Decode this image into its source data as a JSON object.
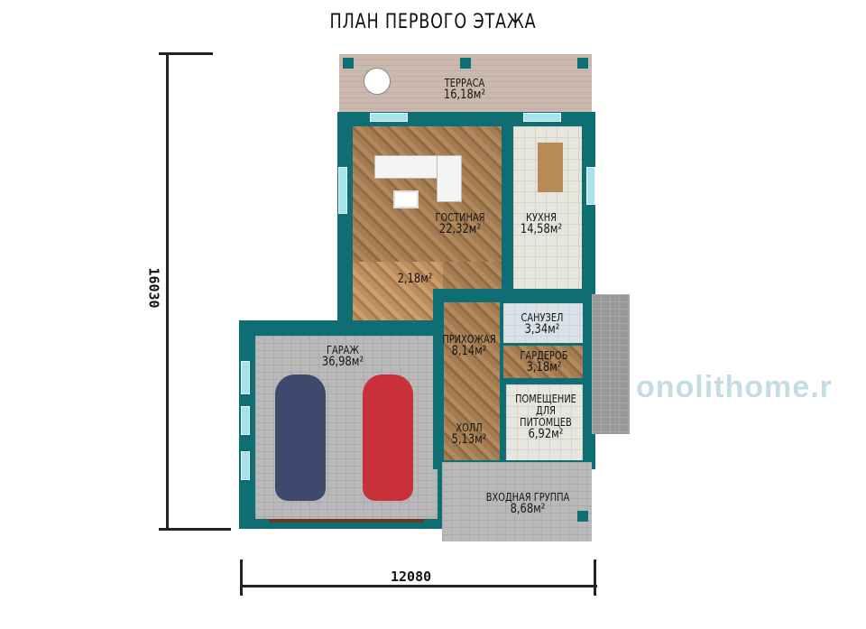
{
  "title": "ПЛАН ПЕРВОГО ЭТАЖА",
  "dimensions": {
    "vertical": "16030",
    "horizontal": "12080"
  },
  "rooms": [
    {
      "name": "ТЕРРАСА",
      "area": "16,18м²"
    },
    {
      "name": "ГОСТИНАЯ",
      "area": "22,32м²"
    },
    {
      "name": "КУХНЯ",
      "area": "14,58м²"
    },
    {
      "name": "",
      "area": "2,18м²"
    },
    {
      "name": "САНУЗЕЛ",
      "area": "3,34м²"
    },
    {
      "name": "ПРИХОЖАЯ",
      "area": "8,14м²"
    },
    {
      "name": "ГАРАЖ",
      "area": "36,98м²"
    },
    {
      "name": "ГАРДЕРОБ",
      "area": "3,18м²"
    },
    {
      "name": "ПОМЕЩЕНИЕ ДЛЯ ПИТОМЦЕВ",
      "area": "6,92м²"
    },
    {
      "name": "ХОЛЛ",
      "area": "5,13м²"
    },
    {
      "name": "ВХОДНАЯ ГРУППА",
      "area": "8,68м²"
    }
  ],
  "watermark": "onolithome.r",
  "colors": {
    "wall": "#0f6e73",
    "wood": "#a47c52",
    "tile": "#e6e5de",
    "stone": "#b9b9b9",
    "car_blue": "#3d4a6e",
    "car_red": "#c8303a"
  }
}
